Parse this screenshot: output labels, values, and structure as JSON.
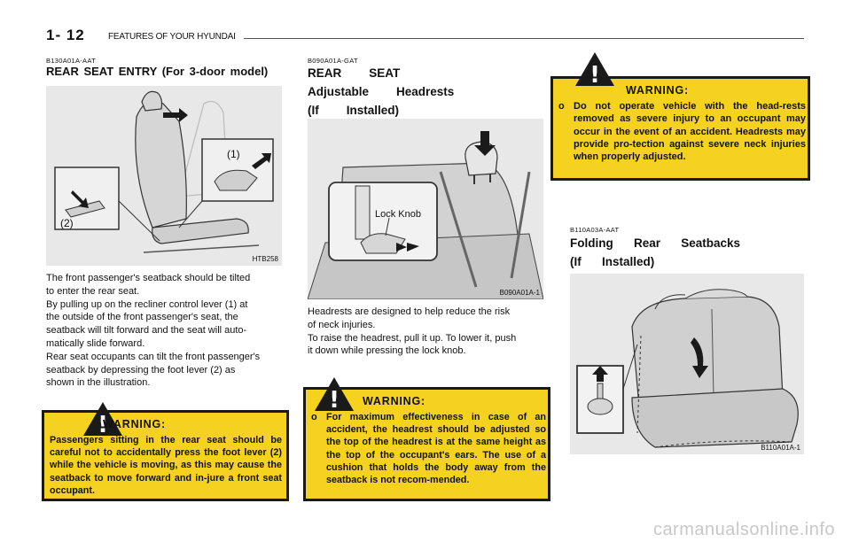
{
  "header": {
    "page_number": "1- 12",
    "section_title": "FEATURES OF YOUR HYUNDAI"
  },
  "col1": {
    "code": "B130A01A-AAT",
    "title": "REAR SEAT ENTRY (For 3-door model)",
    "figure": {
      "label_1": "(1)",
      "label_2": "(2)",
      "code": "HTB258"
    },
    "body": "The front passenger's seatback should be tilted\nto enter the rear seat.\nBy pulling up on the recliner control lever (1) at\nthe outside of the front passenger's seat, the\nseatback will tilt forward and the seat will auto-\nmatically slide forward.\nRear seat occupants can tilt the front passenger's\nseatback by depressing the foot lever (2) as\nshown in the illustration.",
    "warning": {
      "title": "WARNING:",
      "text": "Passengers sitting in the rear seat should be careful not to accidentally press the foot lever (2) while the vehicle is moving, as this may cause the seatback to move forward and in-jure a front seat occupant."
    }
  },
  "col2": {
    "code": "B090A01A-GAT",
    "title_line1": "REAR    SEAT",
    "title_line2": "Adjustable    Headrests",
    "title_line3": "(If    Installed)",
    "figure": {
      "label": "Lock Knob",
      "code": "B090A01A-1"
    },
    "body": "Headrests are designed to help reduce the risk\nof neck injuries.\nTo raise the headrest, pull it up. To lower it, push\nit down while pressing the lock knob.",
    "warning": {
      "title": "WARNING:",
      "bullet": "o",
      "text": "For maximum effectiveness in case of an accident, the headrest should be adjusted so the top of the headrest is at the same height as the top of the occupant's ears. The use of a cushion that holds the body away from the seatback is not recom-mended."
    }
  },
  "col3": {
    "warning": {
      "title": "WARNING:",
      "bullet": "o",
      "text": "Do not operate vehicle with the head-rests removed as severe injury to an occupant may occur in the event of an accident. Headrests may provide pro-tection against severe neck injuries when properly adjusted."
    },
    "code": "B110A03A-AAT",
    "title_line1": "Folding   Rear   Seatbacks",
    "title_line2": "(If   Installed)",
    "figure": {
      "code": "B110A01A-1"
    }
  },
  "watermark": "carmanualsonline.info",
  "colors": {
    "warning_bg": "#f5d21f",
    "figure_bg": "#e8e8e8",
    "arrow": "#1a1a1a"
  }
}
